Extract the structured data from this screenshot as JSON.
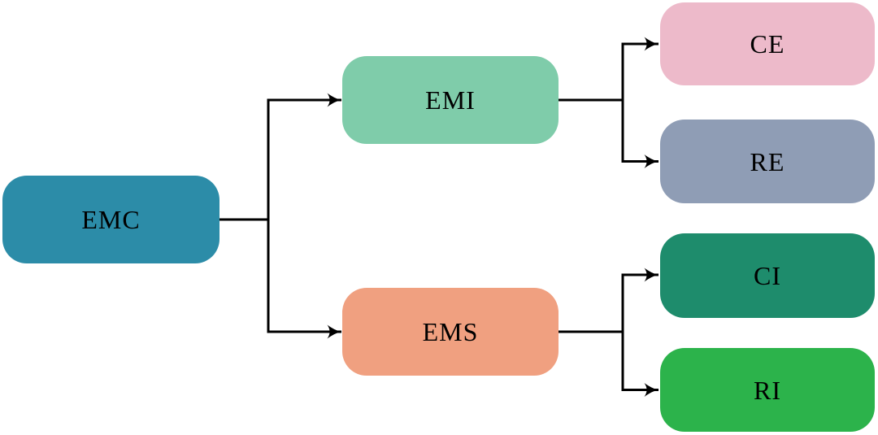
{
  "diagram": {
    "type": "flowchart",
    "background": "#ffffff",
    "connector_color": "#000000",
    "text_color": "#000000",
    "nodes": [
      {
        "id": "emc",
        "label": "EMC",
        "color": "#2C8CA8"
      },
      {
        "id": "emi",
        "label": "EMI",
        "color": "#7FCCAA"
      },
      {
        "id": "ems",
        "label": "EMS",
        "color": "#F0A080"
      },
      {
        "id": "ce",
        "label": "CE",
        "color": "#EDBACA"
      },
      {
        "id": "re",
        "label": "RE",
        "color": "#8F9DB5"
      },
      {
        "id": "ci",
        "label": "CI",
        "color": "#1E8C6C"
      },
      {
        "id": "ri",
        "label": "RI",
        "color": "#2CB34B"
      }
    ],
    "edges": [
      {
        "from": "EMC",
        "to": "EMI"
      },
      {
        "from": "EMC",
        "to": "EMS"
      },
      {
        "from": "EMI",
        "to": "CE"
      },
      {
        "from": "EMI",
        "to": "RE"
      },
      {
        "from": "EMS",
        "to": "CI"
      },
      {
        "from": "EMS",
        "to": "RI"
      }
    ]
  }
}
